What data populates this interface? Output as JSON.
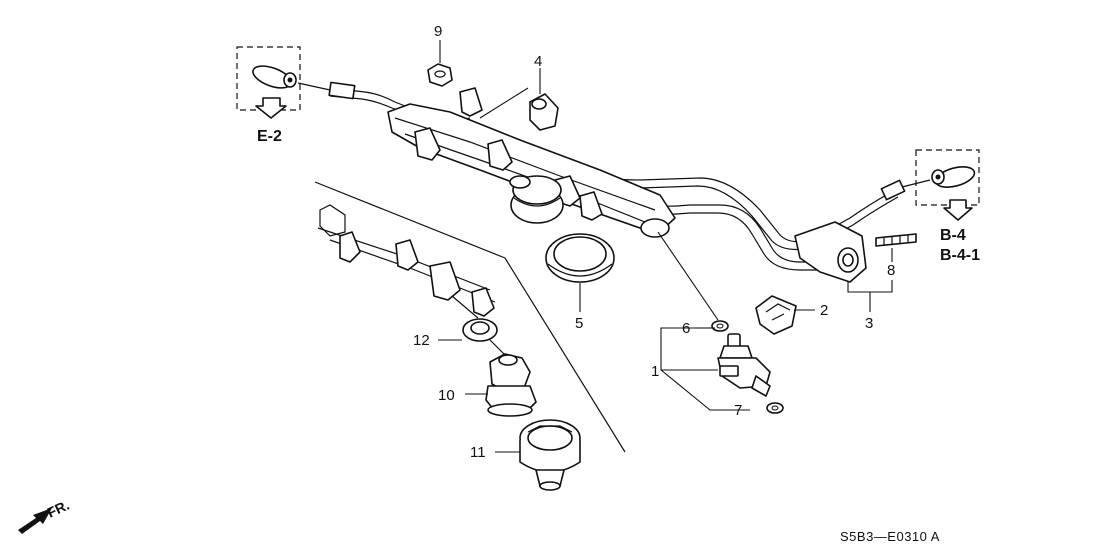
{
  "callouts": {
    "p1": "1",
    "p2": "2",
    "p3": "3",
    "p4": "4",
    "p5": "5",
    "p6": "6",
    "p7": "7",
    "p8": "8",
    "p9": "9",
    "p10": "10",
    "p11": "11",
    "p12": "12"
  },
  "references": {
    "left": "E-2",
    "right_top": "B-4",
    "right_bottom": "B-4-1"
  },
  "front_marker": "FR.",
  "diagram_code": "S5B3—E0310 A"
}
